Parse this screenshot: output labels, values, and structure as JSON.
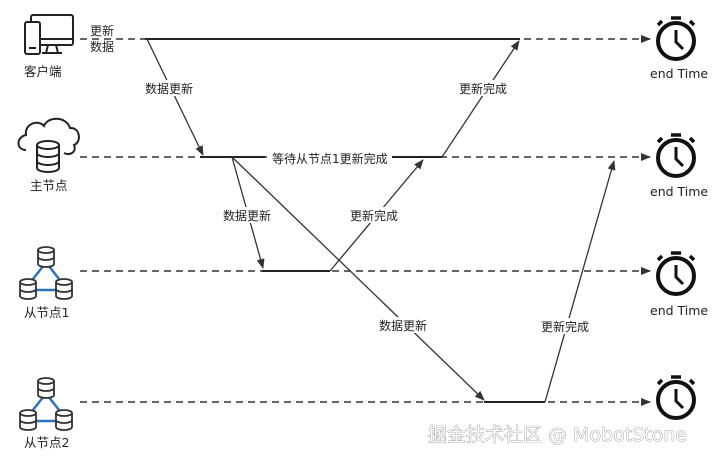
{
  "nodes": {
    "client": "客户端",
    "master": "主节点",
    "slave1": "从节点1",
    "slave2": "从节点2"
  },
  "end_time_label": "end Time",
  "labels": {
    "client_update_line1": "更新",
    "client_update_line2": "数据",
    "to_master_update": "数据更新",
    "master_to_client_done": "更新完成",
    "wait_slave1": "等待从节点1更新完成",
    "to_slave1_update": "数据更新",
    "slave1_done": "更新完成",
    "to_slave2_update": "数据更新",
    "slave2_done": "更新完成"
  },
  "watermark": "掘金技术社区 @ MobotStone"
}
